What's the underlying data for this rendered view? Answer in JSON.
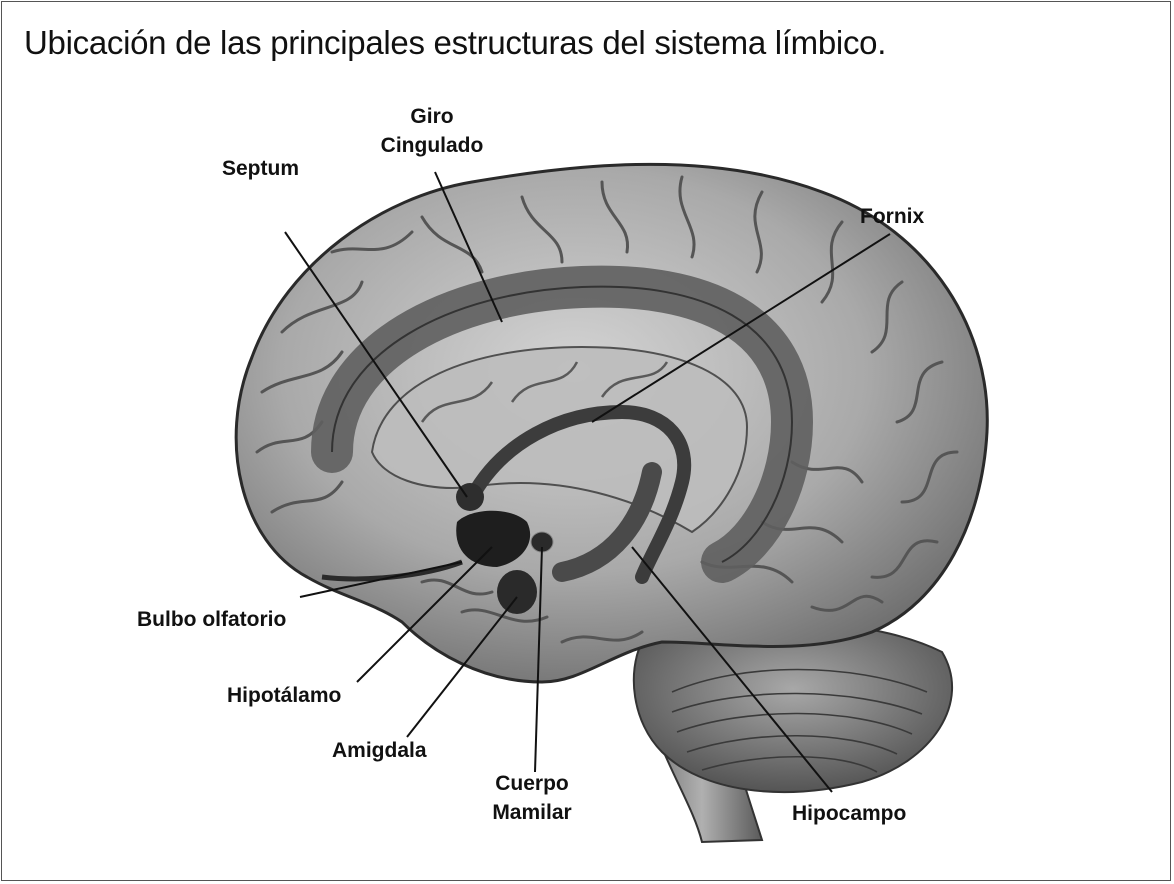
{
  "title": "Ubicación de las principales estructuras del sistema límbico.",
  "labels": {
    "giro_line1": "Giro",
    "giro_line2": "Cingulado",
    "septum": "Septum",
    "fornix": "Fornix",
    "bulbo": "Bulbo olfatorio",
    "hipotalamo": "Hipotálamo",
    "amigdala": "Amigdala",
    "cuerpo_line1": "Cuerpo",
    "cuerpo_line2": "Mamilar",
    "hipocampo": "Hipocampo"
  }
}
